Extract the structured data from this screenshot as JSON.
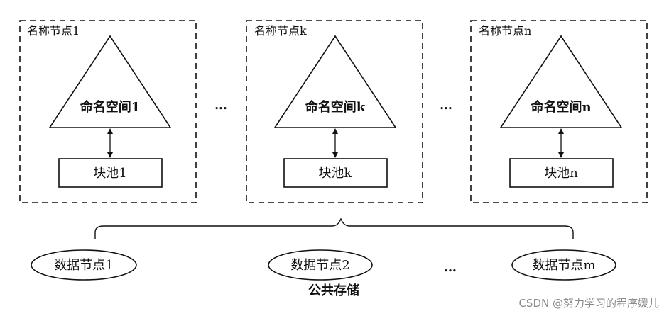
{
  "name_nodes": [
    {
      "title": "名称节点1",
      "namespace": "命名空间1",
      "block_pool": "块池1"
    },
    {
      "title": "名称节点k",
      "namespace": "命名空间k",
      "block_pool": "块池k"
    },
    {
      "title": "名称节点n",
      "namespace": "命名空间n",
      "block_pool": "块池n"
    }
  ],
  "name_node_gap_labels": [
    "…",
    "…"
  ],
  "data_nodes": [
    {
      "label": "数据节点1"
    },
    {
      "label": "数据节点2"
    },
    {
      "label": "数据节点m"
    }
  ],
  "data_node_gap_label": "…",
  "shared_storage_label": "公共存储",
  "watermark": "CSDN @努力学习的程序媛儿",
  "colors": {
    "stroke": "#111111",
    "text": "#111111",
    "watermark": "#8a8a8a"
  }
}
